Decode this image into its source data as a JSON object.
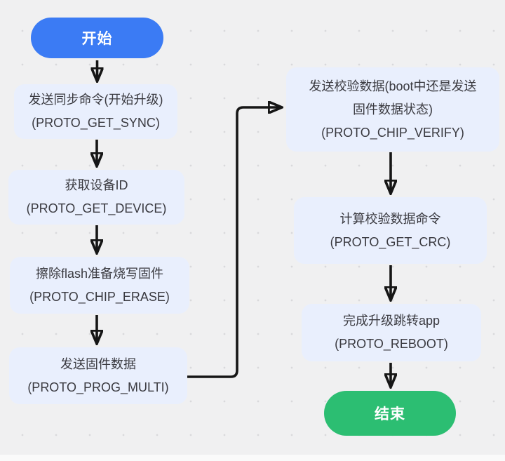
{
  "flowchart": {
    "start_label": "开始",
    "end_label": "结束",
    "steps": [
      {
        "name": "send-sync",
        "lines": [
          "发送同步命令(开始升级)",
          "(PROTO_GET_SYNC)"
        ]
      },
      {
        "name": "get-device",
        "lines": [
          "获取设备ID",
          "(PROTO_GET_DEVICE)"
        ]
      },
      {
        "name": "chip-erase",
        "lines": [
          "擦除flash准备烧写固件",
          "(PROTO_CHIP_ERASE)"
        ]
      },
      {
        "name": "prog-multi",
        "lines": [
          "发送固件数据",
          "(PROTO_PROG_MULTI)"
        ]
      },
      {
        "name": "chip-verify",
        "lines": [
          "发送校验数据(boot中还是发送",
          "固件数据状态)",
          "(PROTO_CHIP_VERIFY)"
        ]
      },
      {
        "name": "get-crc",
        "lines": [
          "计算校验数据命令",
          "(PROTO_GET_CRC)"
        ]
      },
      {
        "name": "reboot",
        "lines": [
          "完成升级跳转app",
          "(PROTO_REBOOT)"
        ]
      }
    ],
    "colors": {
      "start_fill": "#3b7bf4",
      "end_fill": "#2cbe72",
      "step_fill": "#e9effd",
      "step_text": "#3a3a40",
      "arrow": "#161616",
      "canvas_bg": "#f0f0f1",
      "dot": "#d9d9db"
    }
  }
}
